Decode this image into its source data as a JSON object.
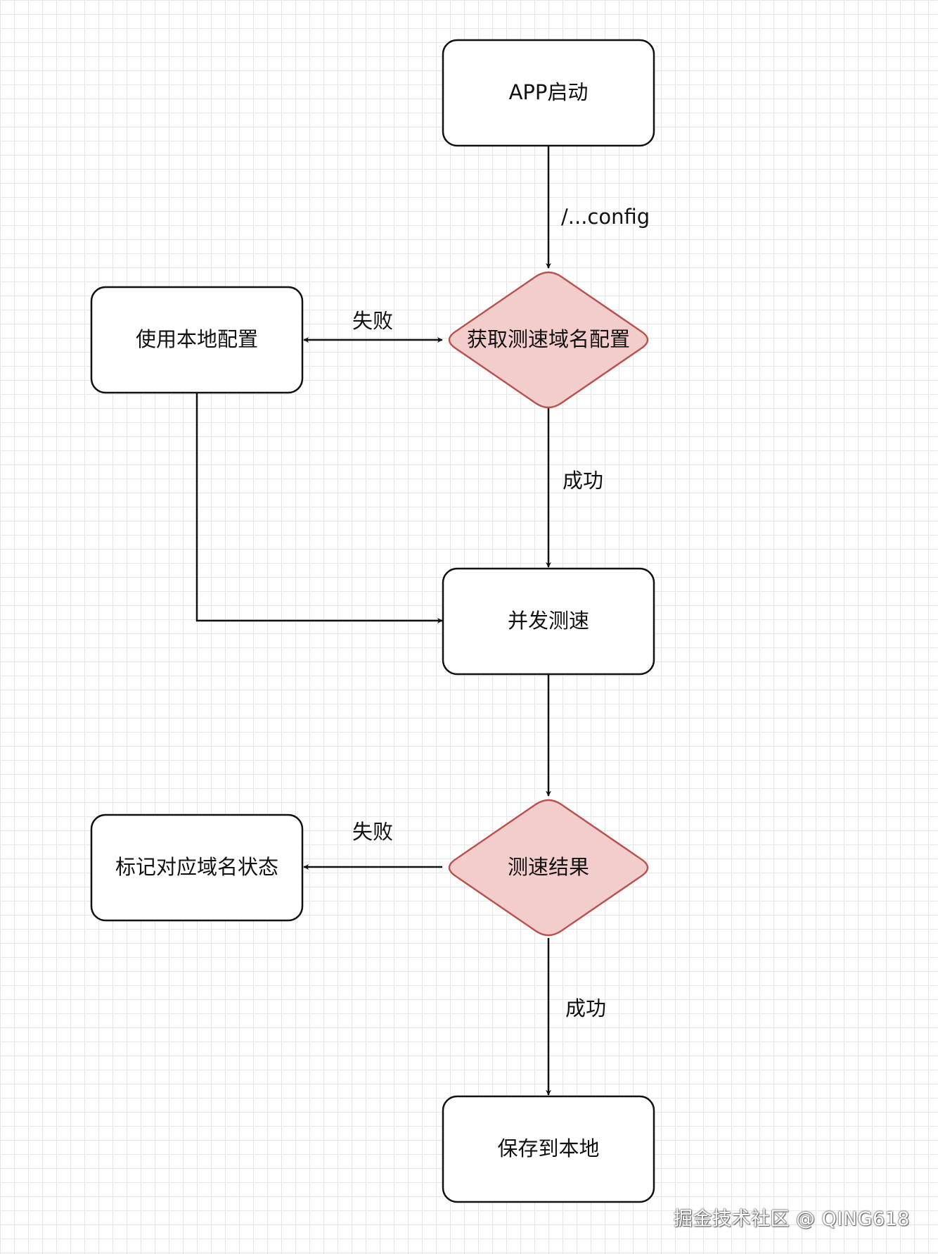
{
  "colors": {
    "decision_fill": "#f3cccc",
    "decision_stroke": "#b85450",
    "box_stroke": "#111111",
    "edge_stroke": "#111111"
  },
  "nodes": {
    "app_start": "APP启动",
    "get_config": "获取测速域名配置",
    "use_local": "使用本地配置",
    "concurrent_test": "并发测速",
    "test_result": "测速结果",
    "mark_status": "标记对应域名状态",
    "save_local": "保存到本地"
  },
  "edges": {
    "config_path": "/...config",
    "fail_1": "失败",
    "success_1": "成功",
    "fail_2": "失败",
    "success_2": "成功"
  },
  "watermark": "掘金技术社区 @ QING618"
}
